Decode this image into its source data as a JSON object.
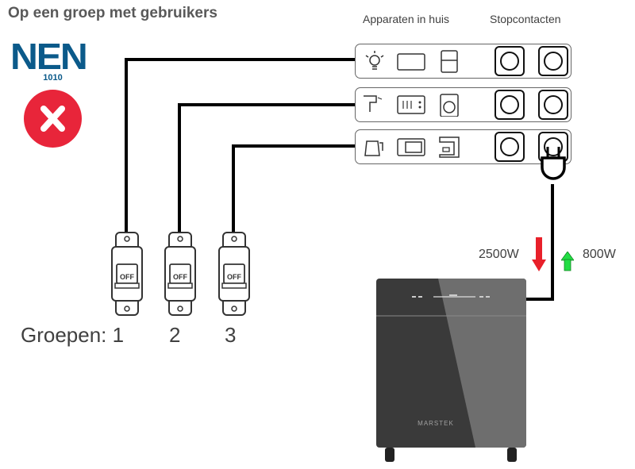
{
  "title": "Op een groep met gebruikers",
  "headers": {
    "appliances": "Apparaten in huis",
    "sockets": "Stopcontacten"
  },
  "standard_logo": {
    "name": "NEN",
    "number": "1010",
    "status": "not-compliant"
  },
  "rows": [
    {
      "devices": [
        "lightbulb-icon",
        "tv-icon",
        "fridge-icon"
      ],
      "sockets": 2
    },
    {
      "devices": [
        "hairdryer-icon",
        "oven-icon",
        "washing-machine-icon"
      ],
      "sockets": 2
    },
    {
      "devices": [
        "kettle-icon",
        "microwave-icon",
        "coffee-machine-icon"
      ],
      "sockets": 2,
      "plugged_socket": 2
    }
  ],
  "breakers": [
    {
      "group": "1",
      "state": "OFF"
    },
    {
      "group": "2",
      "state": "OFF"
    },
    {
      "group": "3",
      "state": "OFF"
    }
  ],
  "groups_label": "Groepen: 1",
  "group_numbers": [
    "2",
    "3"
  ],
  "breaker_state_label": "OFF",
  "power": {
    "draw": {
      "value": "2500W",
      "direction": "down",
      "color": "#e8202a"
    },
    "feed": {
      "value": "800W",
      "direction": "up",
      "color": "#22dd44"
    }
  },
  "battery": {
    "brand": "MARSTEK"
  }
}
